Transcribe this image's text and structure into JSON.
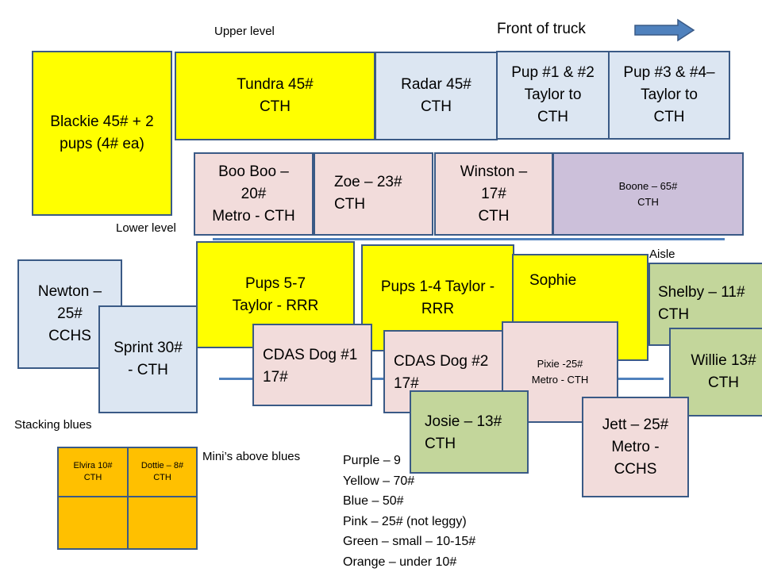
{
  "labels": {
    "upper_level": "Upper level",
    "front_of_truck": "Front of truck",
    "lower_level": "Lower level",
    "aisle": "Aisle",
    "stacking_blues": "Stacking blues",
    "minis_above_blues": "Mini’s above blues"
  },
  "icons": {
    "arrow": "right-arrow-icon"
  },
  "colors": {
    "yellow": "#ffff00",
    "blue": "#dce6f2",
    "pink": "#f2dcdb",
    "green": "#c3d69b",
    "purple": "#ccc0da",
    "orange": "#ffc000",
    "border": "#3a5a86"
  },
  "crates": {
    "blackie": "Blackie 45# + 2\npups (4# ea)",
    "tundra": "Tundra 45#\nCTH",
    "radar": "Radar 45#\nCTH",
    "pup12": "Pup #1 & #2\nTaylor to\nCTH",
    "pup34": "Pup #3 & #4–\nTaylor to\nCTH",
    "booboo": "Boo Boo –\n20#\nMetro - CTH",
    "zoe": "Zoe – 23#\nCTH",
    "winston": "Winston –\n17#\nCTH",
    "boone": "Boone – 65#\nCTH",
    "newton": "Newton –\n25#\nCCHS",
    "sprint": "Sprint 30#\n- CTH",
    "pups57": "Pups 5-7\nTaylor - RRR",
    "pups14": "Pups 1-4  Taylor -\nRRR",
    "sophie": "Sophie",
    "shelby": "Shelby – 11#\nCTH",
    "cdas1": "CDAS Dog #1\n17#",
    "cdas2": "CDAS Dog #2\n17#",
    "pixie": "Pixie -25#\nMetro - CTH",
    "willie": "Willie 13#\nCTH",
    "josie": "Josie  – 13#\nCTH",
    "jett": "Jett – 25#\nMetro -\nCCHS",
    "elvira": "Elvira 10#\nCTH",
    "dottie": "Dottie – 8#\nCTH"
  },
  "legend": [
    "Purple – 9",
    "Yellow – 70#",
    "Blue – 50#",
    "Pink – 25# (not leggy)",
    "Green – small – 10-15#",
    "Orange – under 10#"
  ]
}
